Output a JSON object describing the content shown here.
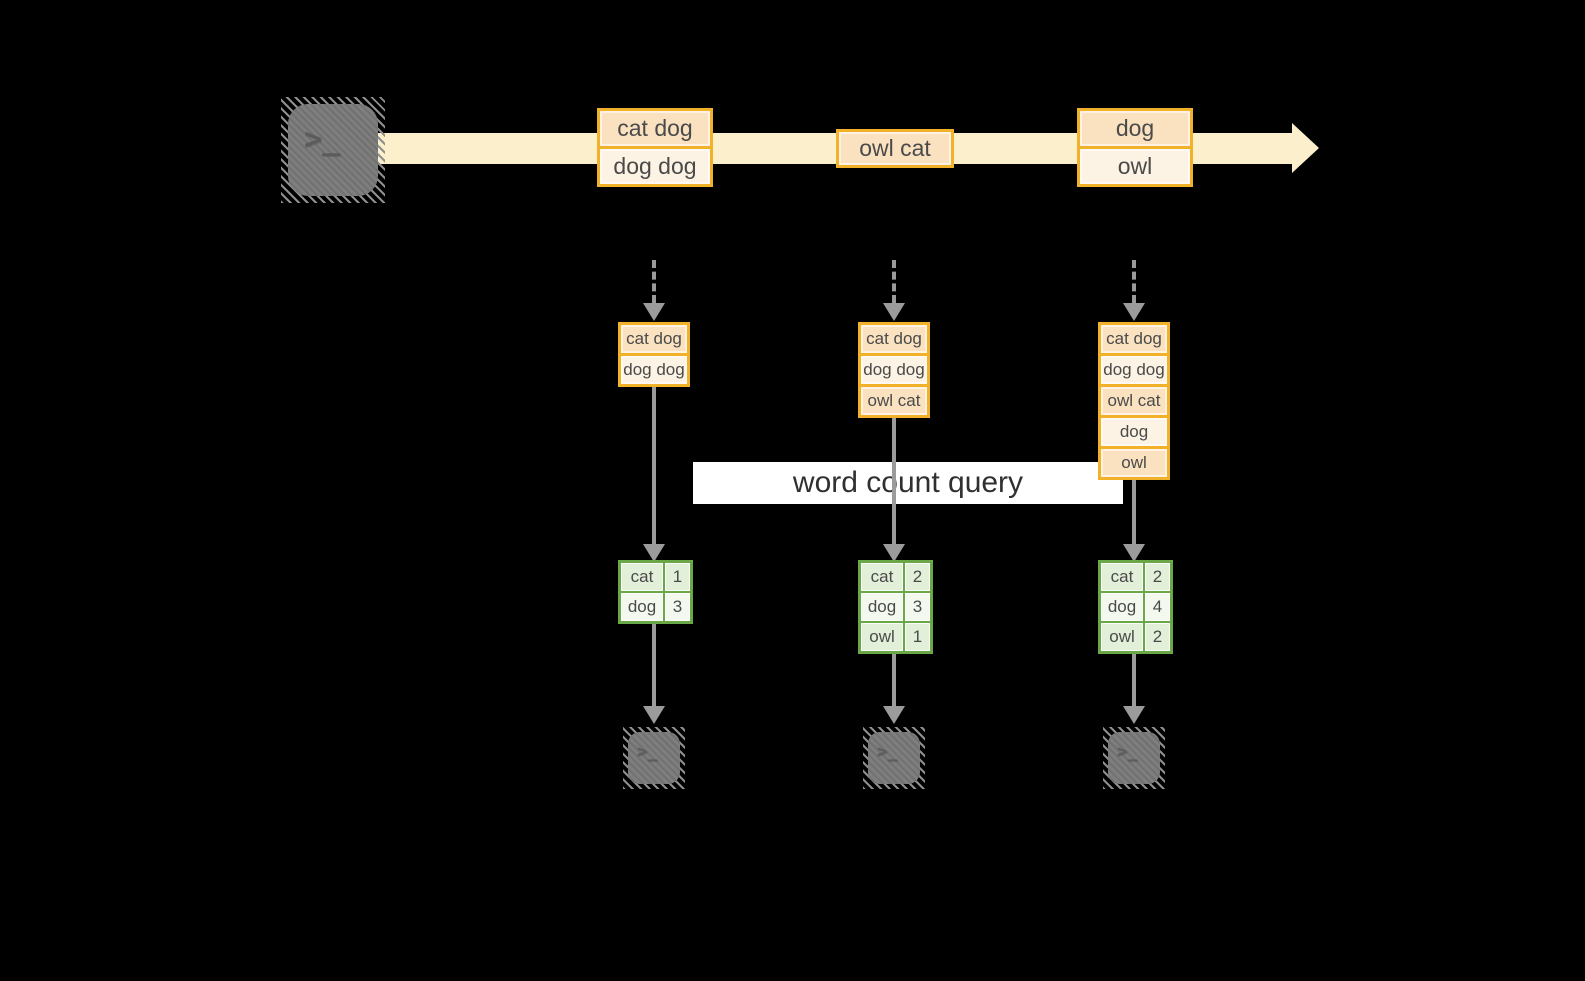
{
  "icons": {
    "terminal_glyph": ">_"
  },
  "timeline": {
    "events": [
      {
        "rows": [
          "cat dog",
          "dog dog"
        ]
      },
      {
        "rows": [
          "owl cat"
        ]
      },
      {
        "rows": [
          "dog",
          "owl"
        ]
      }
    ]
  },
  "query_label": "word count query",
  "columns": [
    {
      "inputs": [
        "cat dog",
        "dog dog"
      ],
      "counts": [
        {
          "word": "cat",
          "count": "1"
        },
        {
          "word": "dog",
          "count": "3"
        }
      ]
    },
    {
      "inputs": [
        "cat dog",
        "dog dog",
        "owl cat"
      ],
      "counts": [
        {
          "word": "cat",
          "count": "2"
        },
        {
          "word": "dog",
          "count": "3"
        },
        {
          "word": "owl",
          "count": "1"
        }
      ]
    },
    {
      "inputs": [
        "cat dog",
        "dog dog",
        "owl cat",
        "dog",
        "owl"
      ],
      "counts": [
        {
          "word": "cat",
          "count": "2"
        },
        {
          "word": "dog",
          "count": "4"
        },
        {
          "word": "owl",
          "count": "2"
        }
      ]
    }
  ],
  "colors": {
    "background": "#000000",
    "orange_border": "#F1B22A",
    "cell_peach": "#FAE2C1",
    "cell_cream": "#FDF3E4",
    "stream_band": "#FBF0CB",
    "green_border": "#6AA746",
    "green_cell_a": "#E2EFD9",
    "green_cell_b": "#F4F9F0",
    "connector_gray": "#9B9B9B",
    "terminal_gray": "#7E7E7E",
    "text_dark": "#4A4A4A"
  }
}
